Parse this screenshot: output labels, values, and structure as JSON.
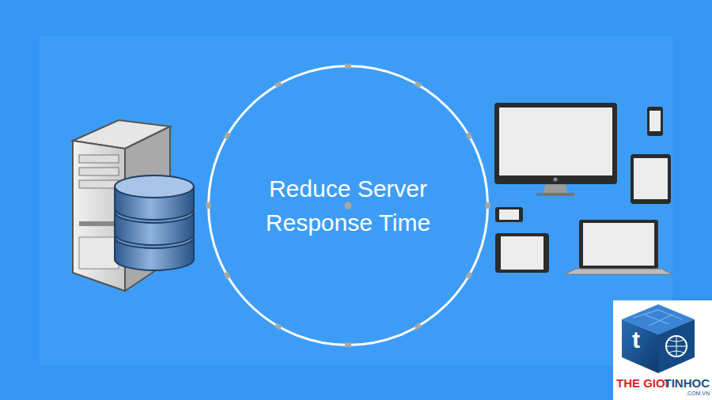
{
  "diagram": {
    "nodes": [
      {
        "text": [
          "Reduce Server Response Time"
        ]
      }
    ],
    "labels": [
      "t",
      "THE GIOI",
      "TINHOC",
      ".COM.VN"
    ]
  }
}
